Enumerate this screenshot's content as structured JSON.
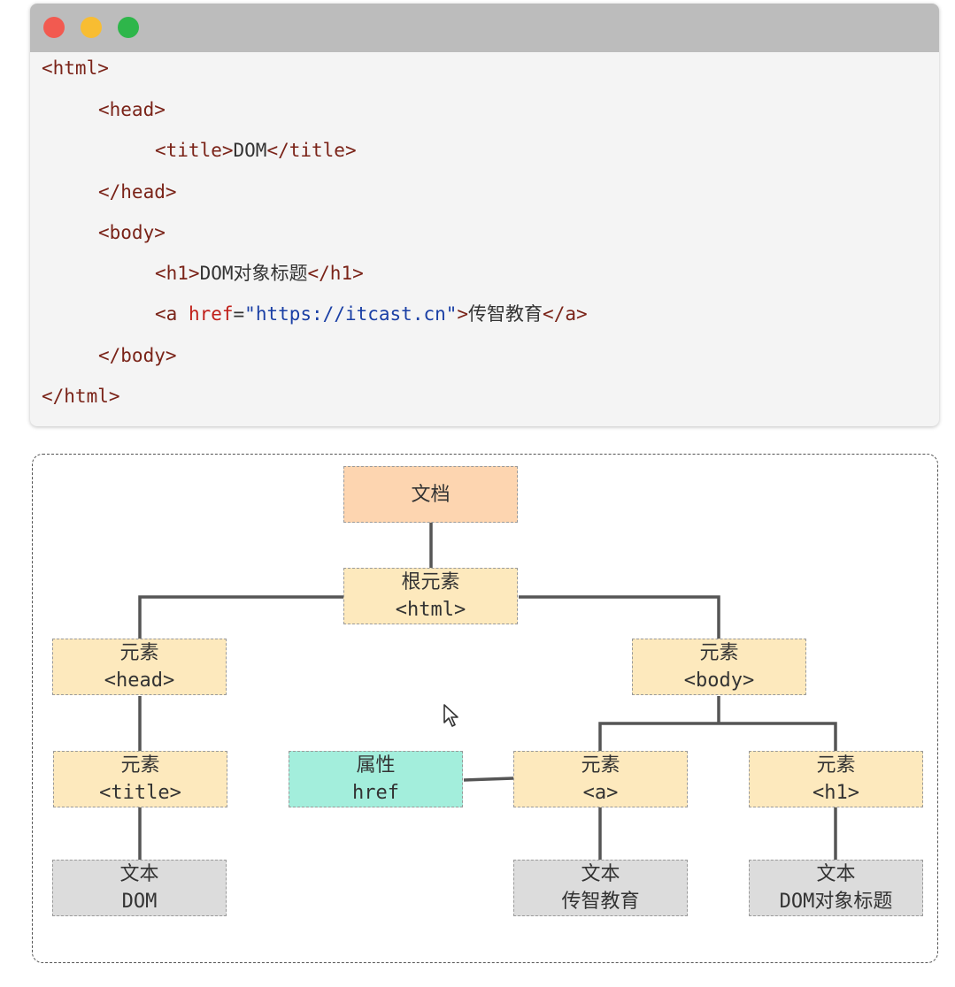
{
  "code_window": {
    "lines": [
      [
        {
          "t": "tag",
          "v": "<html>"
        }
      ],
      [
        {
          "t": "tag",
          "v": "<head>"
        }
      ],
      [
        {
          "t": "tag",
          "v": "<title>"
        },
        {
          "t": "plain",
          "v": "DOM"
        },
        {
          "t": "tag",
          "v": "</title>"
        }
      ],
      [
        {
          "t": "tag",
          "v": "</head>"
        }
      ],
      [
        {
          "t": "tag",
          "v": "<body>"
        }
      ],
      [
        {
          "t": "tag",
          "v": "<h1>"
        },
        {
          "t": "plain",
          "v": "DOM对象标题"
        },
        {
          "t": "tag",
          "v": "</h1>"
        }
      ],
      [
        {
          "t": "tag",
          "v": "<a "
        },
        {
          "t": "attr",
          "v": "href"
        },
        {
          "t": "plain",
          "v": "="
        },
        {
          "t": "str",
          "v": "\"https://itcast.cn\""
        },
        {
          "t": "tag",
          "v": ">"
        },
        {
          "t": "plain",
          "v": "传智教育"
        },
        {
          "t": "tag",
          "v": "</a>"
        }
      ],
      [
        {
          "t": "tag",
          "v": "</body>"
        }
      ],
      [
        {
          "t": "tag",
          "v": "</html>"
        }
      ]
    ]
  },
  "tree": {
    "document": {
      "l1": "文档"
    },
    "root": {
      "l1": "根元素",
      "l2": "<html>"
    },
    "head": {
      "l1": "元素",
      "l2": "<head>"
    },
    "body": {
      "l1": "元素",
      "l2": "<body>"
    },
    "title": {
      "l1": "元素",
      "l2": "<title>"
    },
    "attr": {
      "l1": "属性",
      "l2": "href"
    },
    "a": {
      "l1": "元素",
      "l2": "<a>"
    },
    "h1": {
      "l1": "元素",
      "l2": "<h1>"
    },
    "text_dom": {
      "l1": "文本",
      "l2": "DOM"
    },
    "text_a": {
      "l1": "文本",
      "l2": "传智教育"
    },
    "text_h1": {
      "l1": "文本",
      "l2": "DOM对象标题"
    }
  },
  "colors": {
    "document": "#fdd5b0",
    "element": "#fde9bd",
    "attribute": "#a3eedc",
    "text": "#dcdcdc"
  }
}
